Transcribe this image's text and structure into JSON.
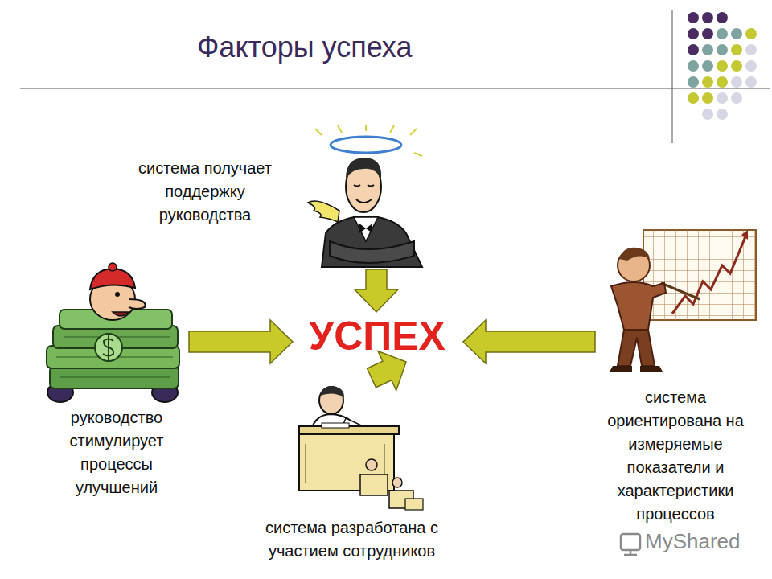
{
  "diagram": {
    "title": "Факторы успеха",
    "nodes": [
      {
        "text": [
          "система получает поддержку руководства"
        ]
      },
      {
        "text": [
          "руководство стимулирует процессы улучшений"
        ]
      },
      {
        "text": [
          "УСПЕХ"
        ]
      },
      {
        "text": [
          "система ориентирована на измеряемые показатели и характеристики процессов"
        ]
      },
      {
        "text": [
          "система разработана с участием сотрудников"
        ]
      }
    ],
    "edges": [
      {
        "from": 0,
        "to": 2,
        "arrow": "to"
      },
      {
        "from": 1,
        "to": 2,
        "arrow": "to"
      },
      {
        "from": 3,
        "to": 2,
        "arrow": "to"
      },
      {
        "from": 4,
        "to": 2,
        "arrow": "to"
      }
    ],
    "labels": [
      "MyShared"
    ]
  }
}
